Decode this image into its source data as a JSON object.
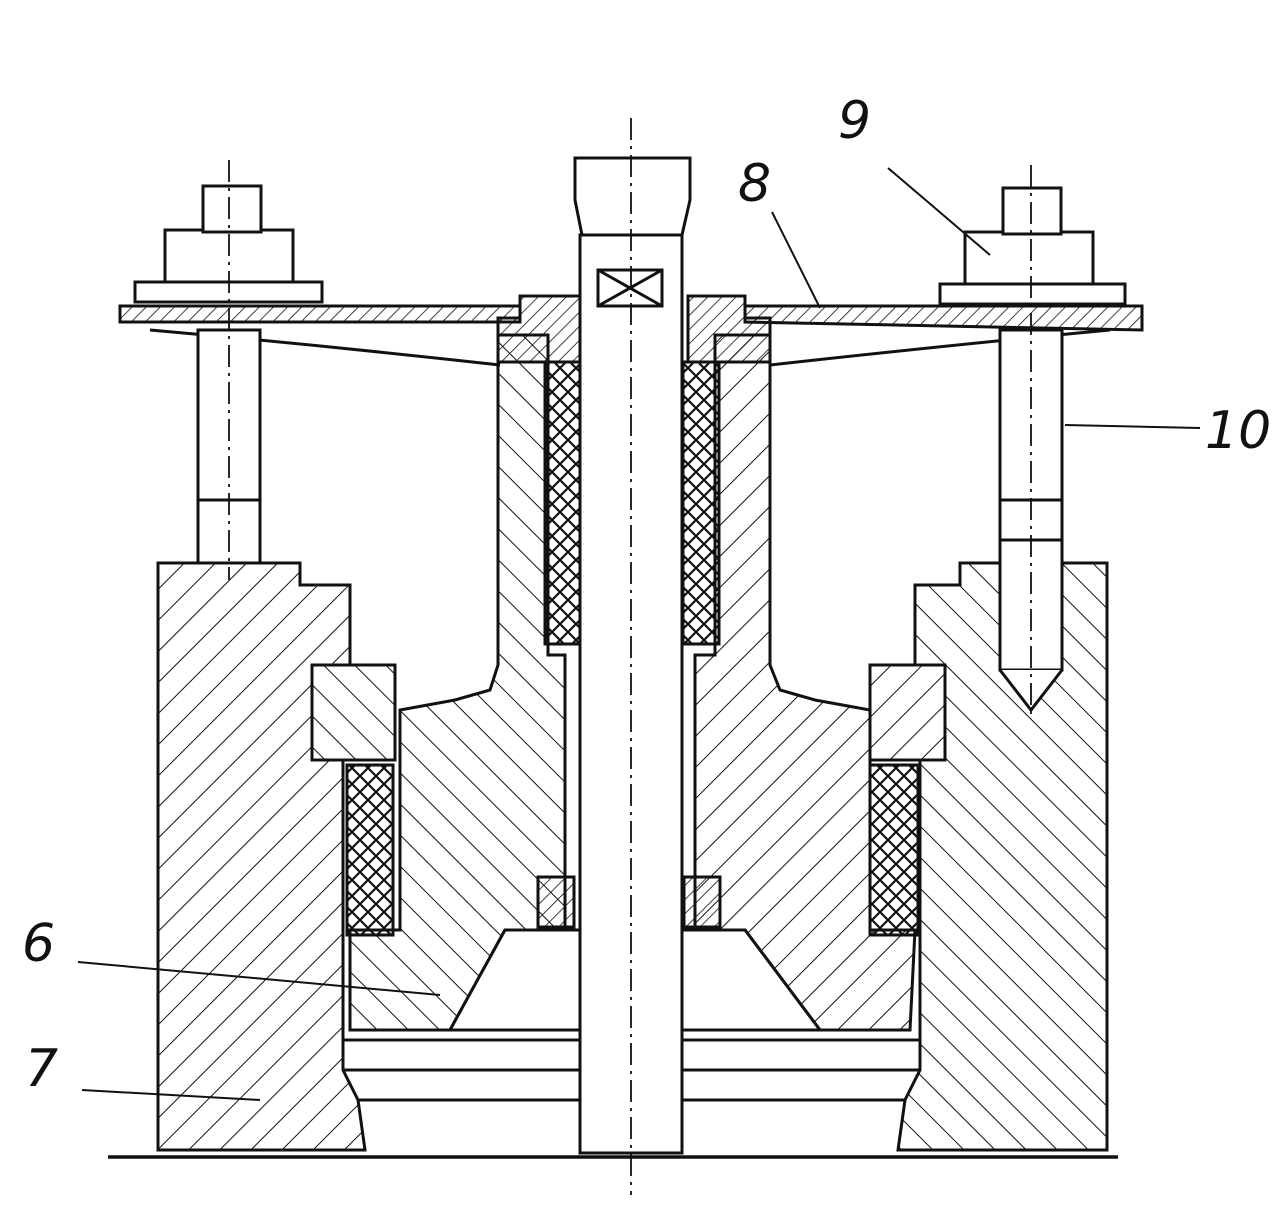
{
  "labels": {
    "six": "6",
    "seven": "7",
    "eight": "8",
    "nine": "9",
    "ten": "10"
  },
  "colors": {
    "ink": "#111111",
    "paper": "#ffffff"
  }
}
